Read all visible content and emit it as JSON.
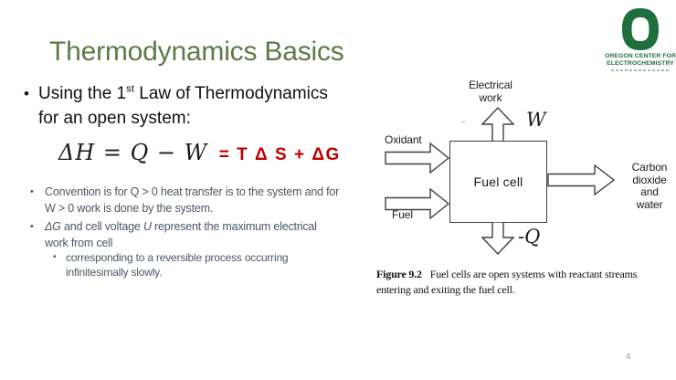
{
  "slide": {
    "title": "Thermodynamics Basics",
    "page_number": "4",
    "bullet_glyph": "•"
  },
  "logo": {
    "icon": "uo-o-logo",
    "line1": "OREGON CENTER FOR",
    "line2": "ELECTROCHEMISTRY",
    "green": "#1e6f3d"
  },
  "content": {
    "bullet1": {
      "pre": "Using the 1",
      "sup": "st",
      "post": " Law of Thermodynamics",
      "line2": "for an open system:"
    },
    "equation": {
      "black": "ΔH = Q − W",
      "red": "= T Δ S + ΔG",
      "red_color": "#c00000"
    },
    "bullet2": {
      "line1": "Convention is for Q > 0 heat transfer is to the system and for",
      "line2": "W > 0 work is done by the system."
    },
    "bullet3": {
      "i1": "ΔG",
      "t1": " and cell voltage ",
      "i2": "U",
      "t2": " represent the maximum electrical",
      "line2": "work from cell"
    },
    "subbullet": {
      "line1": "corresponding to a reversible process occurring",
      "line2": "infinitesimally slowly."
    }
  },
  "diagram": {
    "icons": [
      "arrow-up",
      "arrow-right-in-top",
      "arrow-right-in-bottom",
      "arrow-right-out",
      "arrow-down"
    ],
    "electrical_work_line1": "Electrical",
    "electrical_work_line2": "work",
    "w_label": "W",
    "stray_mark": "-",
    "oxidant_label": "Oxidant",
    "fuel_label": "Fuel",
    "box_label": "Fuel cell",
    "output_line1": "Carbon",
    "output_line2": "dioxide and",
    "output_line3": "water",
    "q_label": "-Q"
  },
  "caption": {
    "label": "Figure 9.2",
    "line1": "Fuel cells are open systems with reactant streams",
    "line2": "entering and exiting the fuel cell."
  },
  "colors": {
    "title_green": "#5a7b46",
    "logo_green": "#1e6f3d",
    "equation_red": "#c00000",
    "secondary_text": "#4c5662"
  }
}
